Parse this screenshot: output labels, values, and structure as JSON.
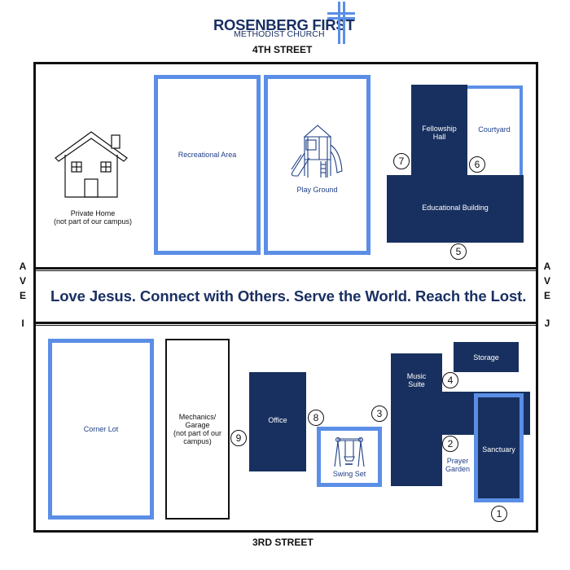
{
  "header": {
    "logo_title": "ROSENBERG FIRST",
    "logo_subtitle": "METHODIST CHURCH",
    "cross_color": "#5b8ee6",
    "brand_color": "#1a3063"
  },
  "streets": {
    "north": "4TH STREET",
    "south": "3RD STREET",
    "west": [
      "A",
      "V",
      "E",
      "I"
    ],
    "east": [
      "A",
      "V",
      "E",
      "J"
    ]
  },
  "slogan": "Love Jesus. Connect with Others. Serve the World. Reach the Lost.",
  "colors": {
    "building_navy": "#18305f",
    "lot_outline_blue": "#5b8ee6",
    "label_blue": "#1f3f86"
  },
  "north_block": {
    "private_home": {
      "line1": "Private Home",
      "line2": "(not part of our campus)"
    },
    "recreational_area": "Recreational Area",
    "play_ground": "Play Ground",
    "fellowship_hall": {
      "line1": "Fellowship",
      "line2": "Hall"
    },
    "courtyard": "Courtyard",
    "educational_building": "Educational Building"
  },
  "south_block": {
    "corner_lot": "Corner Lot",
    "mechanics_garage": {
      "line1": "Mechanics/",
      "line2": "Garage",
      "line3": "(not part of our",
      "line4": "campus)"
    },
    "office": "Office",
    "swing_set": "Swing Set",
    "music_suite": {
      "line1": "Music",
      "line2": "Suite"
    },
    "storage": "Storage",
    "prayer_garden": {
      "line1": "Prayer",
      "line2": "Garden"
    },
    "sanctuary": "Sanctuary"
  },
  "markers": {
    "m1": "1",
    "m2": "2",
    "m3": "3",
    "m4": "4",
    "m5": "5",
    "m6": "6",
    "m7": "7",
    "m8": "8",
    "m9": "9"
  }
}
